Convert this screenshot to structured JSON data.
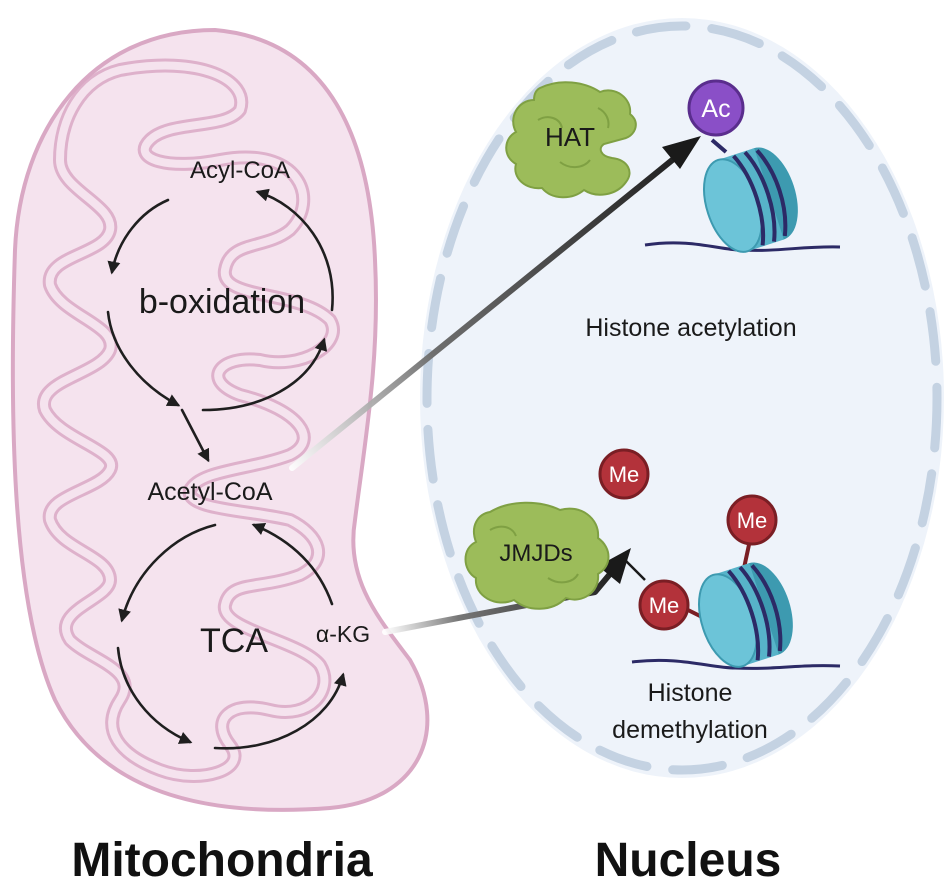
{
  "captions": {
    "mitochondria": "Mitochondria",
    "nucleus": "Nucleus"
  },
  "mitochondria": {
    "acyl_coa": "Acyl-CoA",
    "beta_oxidation": "b-oxidation",
    "acetyl_coa": "Acetyl-CoA",
    "tca": "TCA",
    "alpha_kg": "α-KG"
  },
  "nucleus": {
    "hat": "HAT",
    "ac": "Ac",
    "histone_acetylation": "Histone acetylation",
    "jmjds": "JMJDs",
    "me": "Me",
    "histone_demethylation_line1": "Histone",
    "histone_demethylation_line2": "demethylation"
  },
  "colors": {
    "mito_fill": "#f5e3ee",
    "mito_stroke": "#d9a8c4",
    "nucleus_fill": "#eef3fa",
    "nucleus_dash": "#c4d2e2",
    "acetyl": "#8a4fc7",
    "methyl": "#b3323a",
    "nucleosome": "#57b3c9",
    "enzyme": "#9cbc5a",
    "arrow": "#222222"
  }
}
